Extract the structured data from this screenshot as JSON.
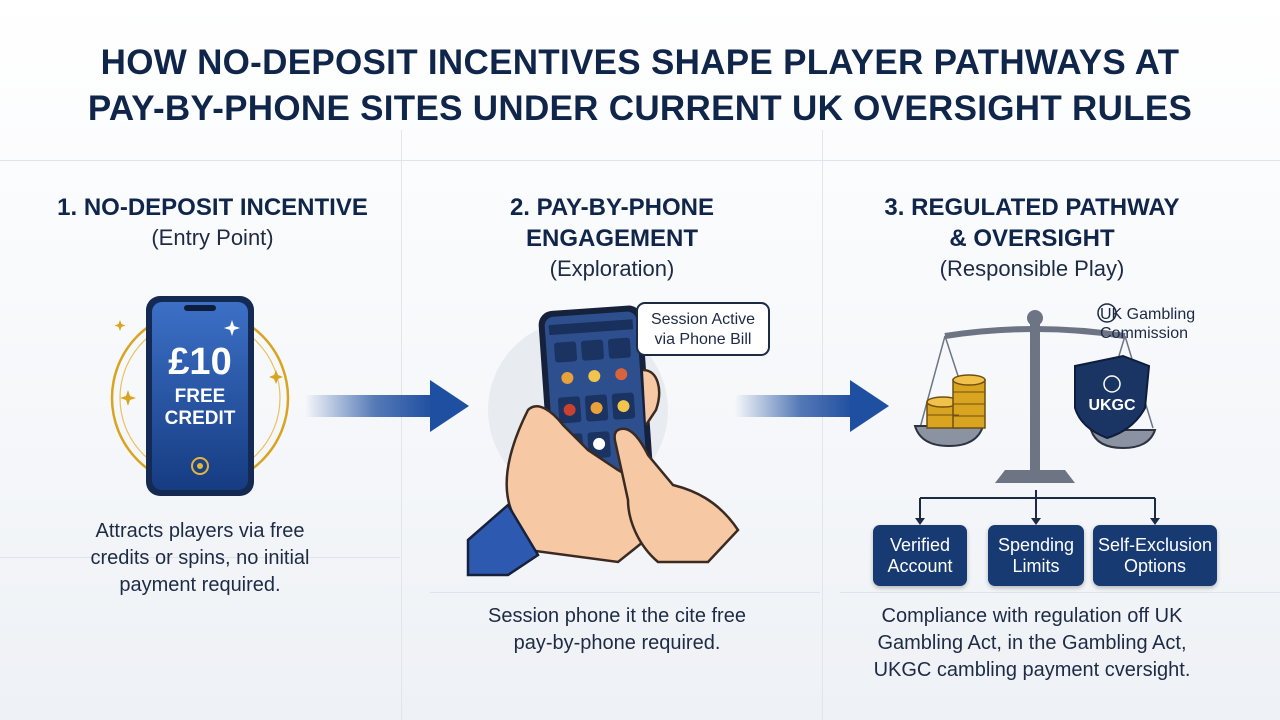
{
  "title": {
    "line1": "HOW NO-DEPOSIT INCENTIVES SHAPE PLAYER PATHWAYS AT",
    "line2": "PAY-BY-PHONE SITES UNDER CURRENT UK OVERSIGHT RULES"
  },
  "columns": [
    {
      "heading": [
        "1. NO-DEPOSIT INCENTIVE"
      ],
      "subheading": "(Entry Point)",
      "description": [
        "Attracts players via free",
        "credits or spins, no initial",
        "payment required."
      ]
    },
    {
      "heading": [
        "2. PAY-BY-PHONE",
        "ENGAGEMENT"
      ],
      "subheading": "(Exploration)",
      "description": [
        "Session phone іt the cite free",
        "pay-by-phone required."
      ]
    },
    {
      "heading": [
        "3. REGULATED PATHWAY",
        "& OVERSIGHT"
      ],
      "subheading": "(Responsible Play)",
      "description": [
        "Compliance  with regulation off UK",
        "Gambling Act, in the Gambling Act,",
        "UKGC cambling payment cversight."
      ]
    }
  ],
  "phone1": {
    "amount": "£10",
    "line1": "FREE",
    "line2": "CREDIT",
    "icon": "coin-icon"
  },
  "phone2": {
    "callout_line1": "Session Active",
    "callout_line2": "via Phone Bill"
  },
  "scale": {
    "shield_text": "UKGC",
    "commission_line1": "UK Gambling",
    "commission_line2": "Commission"
  },
  "chips": [
    {
      "line1": "Verified",
      "line2": "Account"
    },
    {
      "line1": "Spending",
      "line2": "Limits"
    },
    {
      "line1": "Self-Exclusion",
      "line2": "Options"
    }
  ],
  "colors": {
    "navy": "#10254a",
    "chip": "#183a72",
    "gold": "#d9a520",
    "phone_blue": "#1f4fa0",
    "arrow": "#1f4fa0"
  }
}
